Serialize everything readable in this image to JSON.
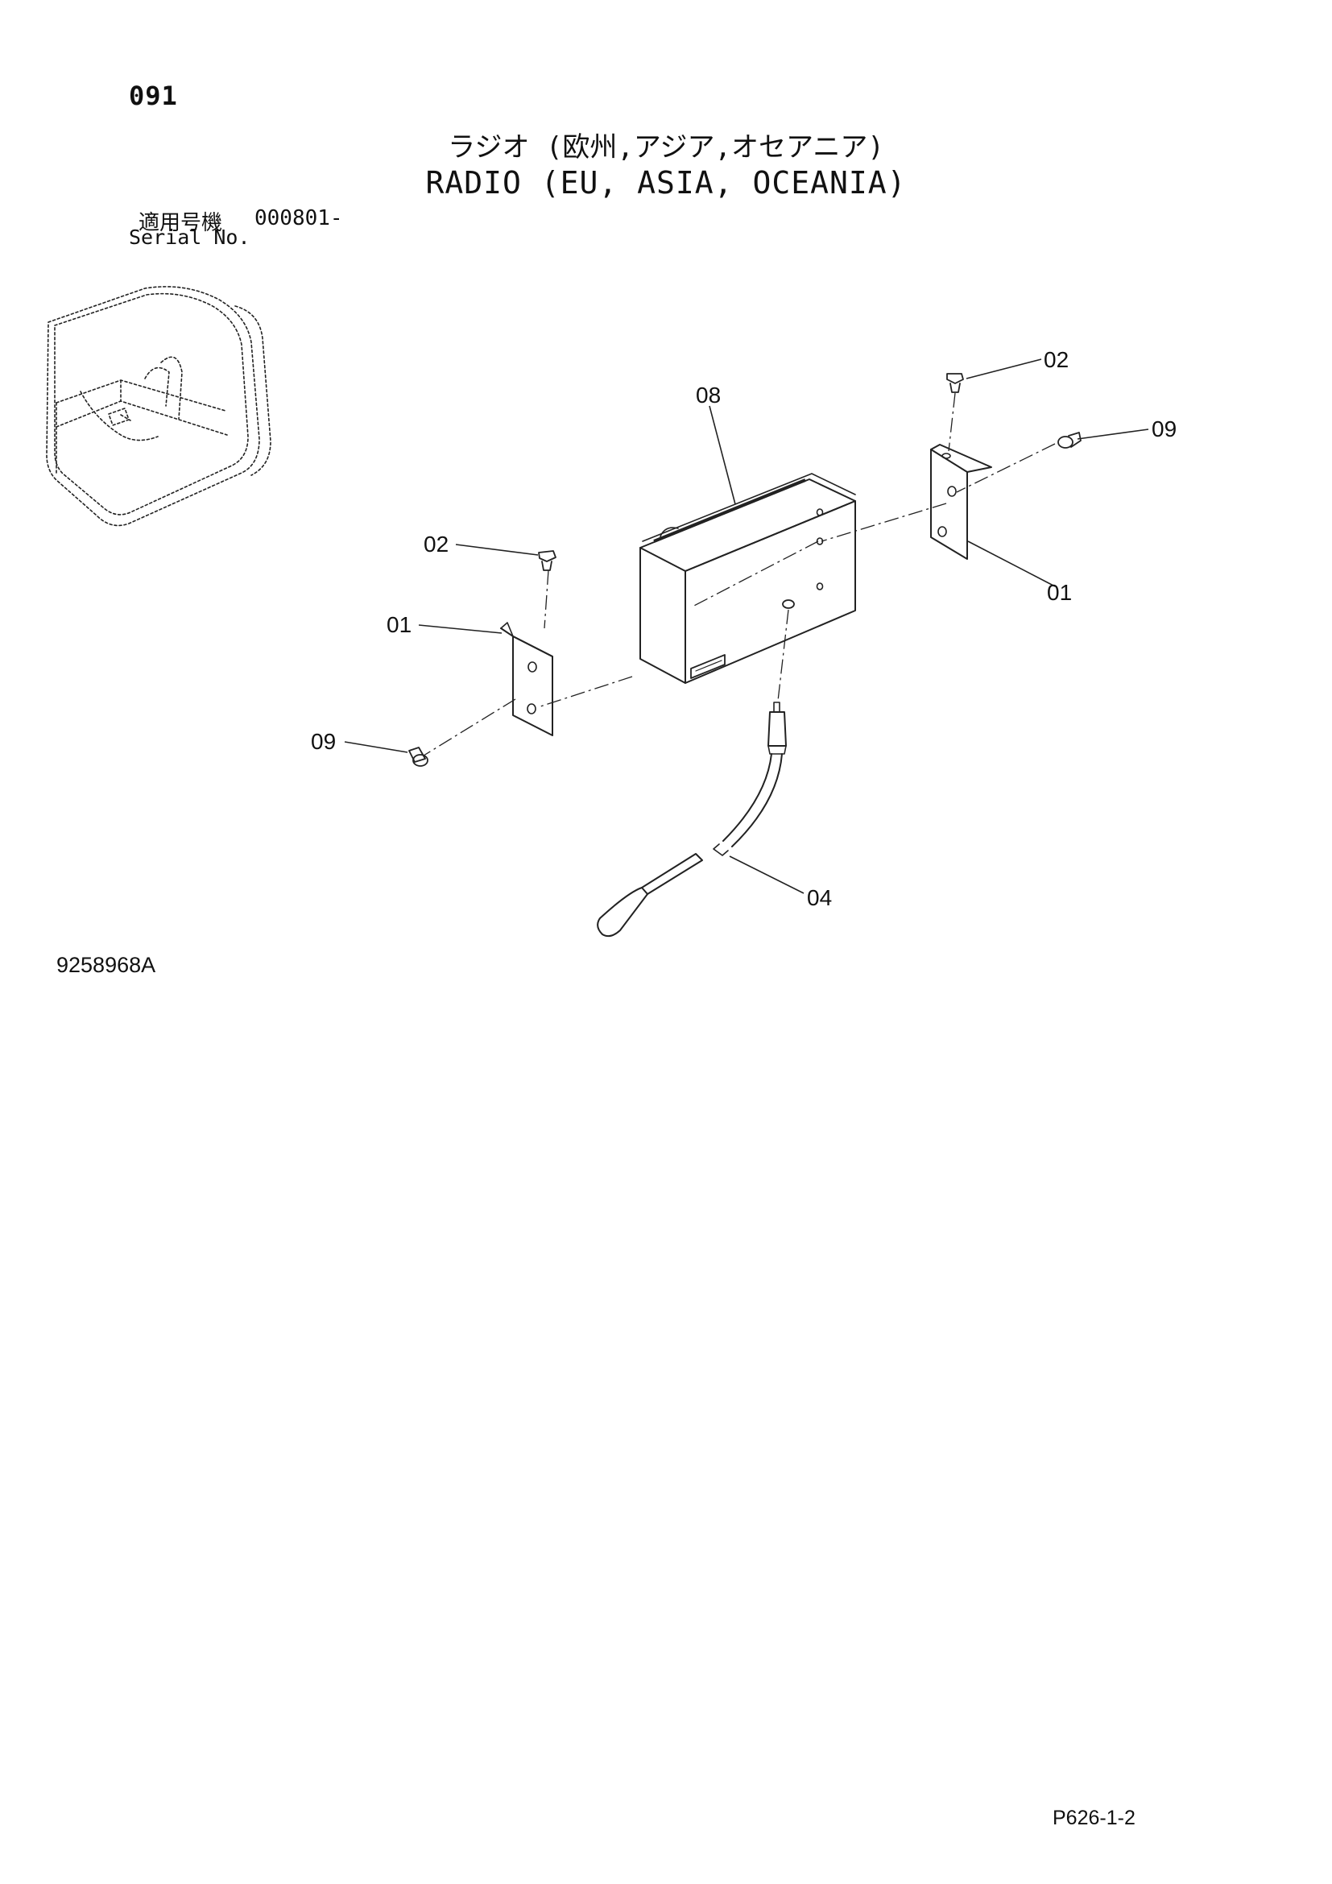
{
  "header": {
    "page_number": "091",
    "title_ja": "ラジオ (欧州,アジア,オセアニア)",
    "title_en": "RADIO (EU, ASIA, OCEANIA)",
    "serial_label_ja": "適用号機",
    "serial_value": "000801-",
    "serial_label_en": "Serial No."
  },
  "callouts": {
    "bracket_right": "01",
    "bracket_left": "01",
    "screw_right": "02",
    "screw_left": "02",
    "antenna": "04",
    "radio": "08",
    "bolt_right": "09",
    "bolt_left": "09"
  },
  "footer": {
    "drawing_number": "9258968A",
    "sheet_code": "P626-1-2"
  }
}
